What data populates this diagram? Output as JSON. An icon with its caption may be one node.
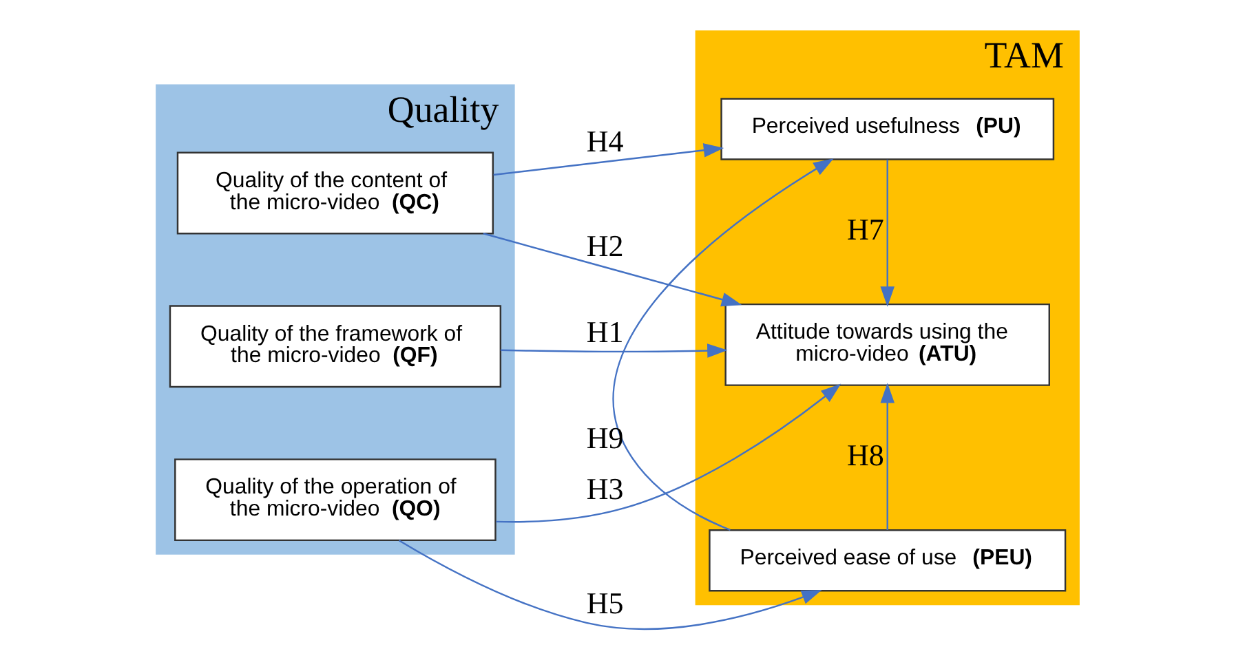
{
  "diagram": {
    "nodes": [
      {
        "text": [
          "Quality"
        ]
      },
      {
        "text": [
          "TAM"
        ]
      },
      {
        "text": [
          "Quality of the content of the micro-video **(QC)**"
        ],
        "in": 0
      },
      {
        "text": [
          "Quality of the framework of the micro-video **(QF)**"
        ],
        "in": 0
      },
      {
        "text": [
          "Quality of the operation of the micro-video **(QO)**"
        ],
        "in": 0
      },
      {
        "text": [
          "Attitude towards using the micro-video **(ATU)**"
        ],
        "in": 1
      },
      {
        "text": [
          "Perceived usefulness **(PU)**"
        ],
        "in": 1
      },
      {
        "text": [
          "Perceived ease of use **(PEU)**"
        ],
        "in": 1
      }
    ],
    "edges": [
      {
        "from": 2,
        "to": 6,
        "arrow": "to",
        "label": "H4"
      },
      {
        "from": 2,
        "to": 5,
        "arrow": "to",
        "label": "H2"
      },
      {
        "from": 3,
        "to": 5,
        "arrow": "to",
        "label": "H1"
      },
      {
        "from": 4,
        "to": 5,
        "arrow": "to",
        "label": "H3"
      },
      {
        "from": 4,
        "to": 7,
        "arrow": "to",
        "label": "H5"
      },
      {
        "from": 6,
        "to": 5,
        "arrow": "to",
        "label": "H7"
      },
      {
        "from": 7,
        "to": 5,
        "arrow": "to",
        "label": "H8"
      },
      {
        "from": 7,
        "to": 6,
        "arrow": "to",
        "label": "H9"
      }
    ]
  }
}
